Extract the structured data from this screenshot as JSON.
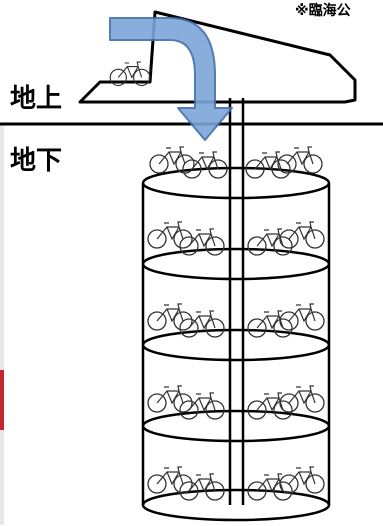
{
  "labels": {
    "above_ground": "地上",
    "below_ground": "地下",
    "note": "※臨海公"
  },
  "colors": {
    "arrow_fill": "#7ea6d9",
    "arrow_stroke": "#3f6fae",
    "line": "#000000",
    "left_edge_accent": "#c2272d"
  },
  "icons": [
    "bicycle-icon"
  ]
}
